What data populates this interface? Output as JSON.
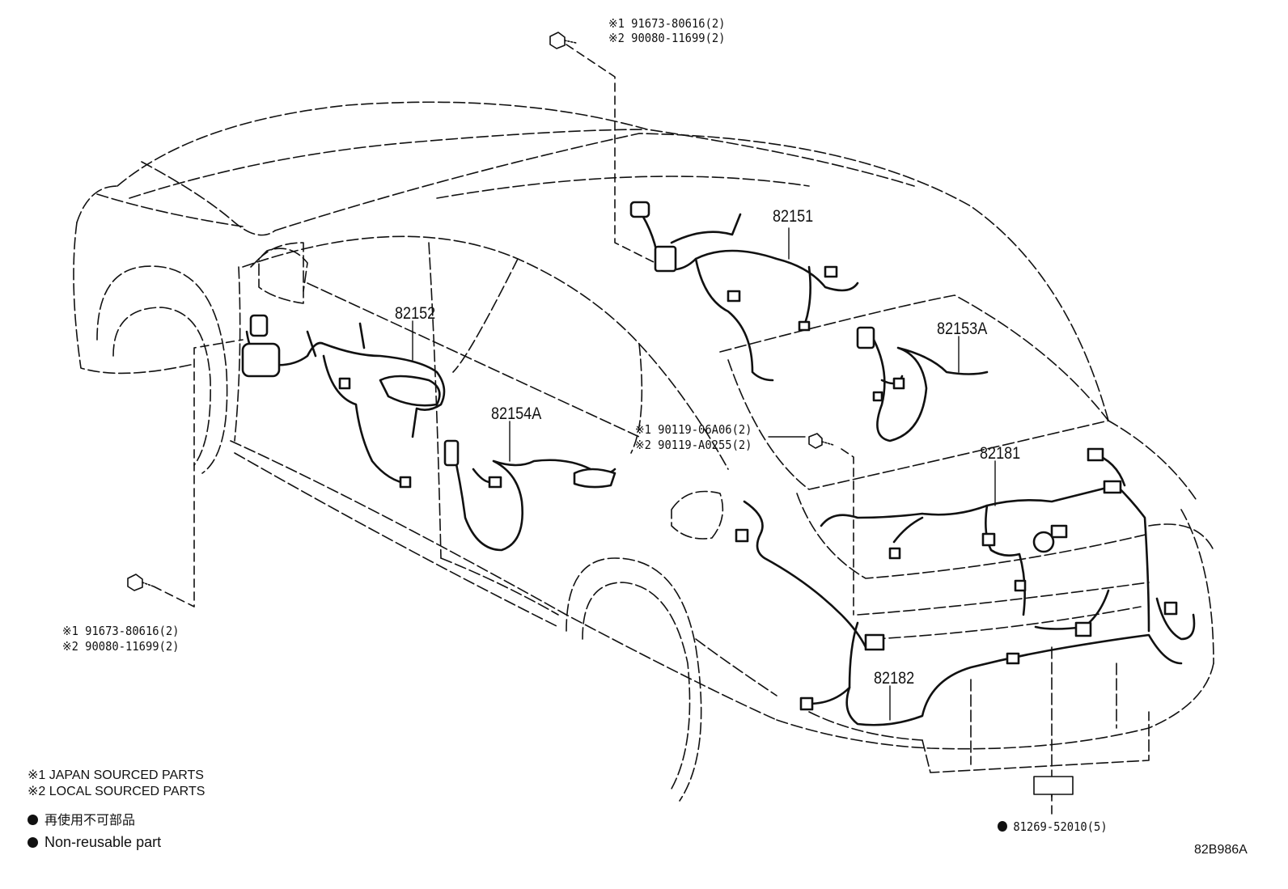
{
  "callouts": {
    "harness_roof": "82151",
    "harness_front_door": "82152",
    "harness_rear_door_a": "82153A",
    "harness_rear_left_door_a": "82154A",
    "harness_luggage": "82181",
    "harness_bumper": "82182"
  },
  "fasteners": {
    "top_line1": "※1 91673-80616(2)",
    "top_line2": "※2 90080-11699(2)",
    "mid_line1": "※1 90119-06A06(2)",
    "mid_line2": "※2 90119-A0255(2)",
    "left_line1": "※1 91673-80616(2)",
    "left_line2": "※2 90080-11699(2)",
    "clip": "81269-52010(5)"
  },
  "legend": {
    "note1": "※1 JAPAN SOURCED PARTS",
    "note2": "※2 LOCAL SOURCED PARTS",
    "nonreusable_jp": "再使用不可部品",
    "nonreusable_en": "Non-reusable part"
  },
  "diagram_code": "82B986A"
}
